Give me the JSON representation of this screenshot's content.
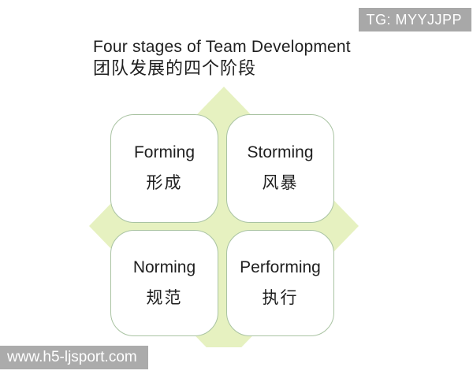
{
  "badge": {
    "label": "TG: MYYJJPP"
  },
  "title": {
    "en": "Four stages of Team Development",
    "zh": "团队发展的四个阶段"
  },
  "stages": [
    {
      "en": "Forming",
      "zh": "形成"
    },
    {
      "en": "Storming",
      "zh": "风暴"
    },
    {
      "en": "Norming",
      "zh": "规范"
    },
    {
      "en": "Performing",
      "zh": "执行"
    }
  ],
  "watermark": {
    "label": "www.h5-ljsport.com"
  },
  "colors": {
    "diamond": "#e6f1c0",
    "box_border": "#a9c3a2",
    "badge_bg": "#a8a8a8",
    "watermark_bg": "#ababab",
    "text": "#1f1f1f"
  }
}
